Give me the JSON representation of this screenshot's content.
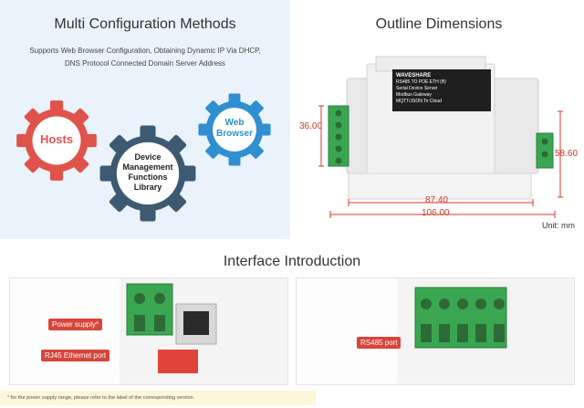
{
  "left": {
    "title": "Multi Configuration Methods",
    "subtitle_line1": "Supports Web Browser Configuration, Obtaining Dynamic IP Via DHCP,",
    "subtitle_line2": "DNS Protocol Connected Domain Server Address",
    "gears": {
      "hosts": "Hosts",
      "device_line1": "Device",
      "device_line2": "Management",
      "device_line3": "Functions",
      "device_line4": "Library",
      "web_line1": "Web",
      "web_line2": "Browser"
    },
    "colors": {
      "hosts": "#e0534b",
      "device": "#3e5a73",
      "web": "#2f8fd0"
    }
  },
  "right": {
    "title": "Outline Dimensions",
    "dims": {
      "height_left": "36.00",
      "height_right": "58.60",
      "inner_width": "87.40",
      "outer_width": "106.00",
      "unit": "Unit: mm"
    },
    "device_text": {
      "brand": "WAVESHARE",
      "model": "RS485 TO POE ETH (B)",
      "desc1": "Serial Device Server",
      "desc2": "Modbus Gateway",
      "desc3": "MQTT/JSON To Cloud"
    }
  },
  "interface": {
    "title": "Interface Introduction",
    "power_label": "Power supply",
    "power_star": "*",
    "rj45_label": "RJ45 Ethernet port",
    "rs485_label": "RS485 port"
  },
  "footer": {
    "star": "*",
    "note": " for the power supply range, please refer to the label of the corresponding version."
  }
}
